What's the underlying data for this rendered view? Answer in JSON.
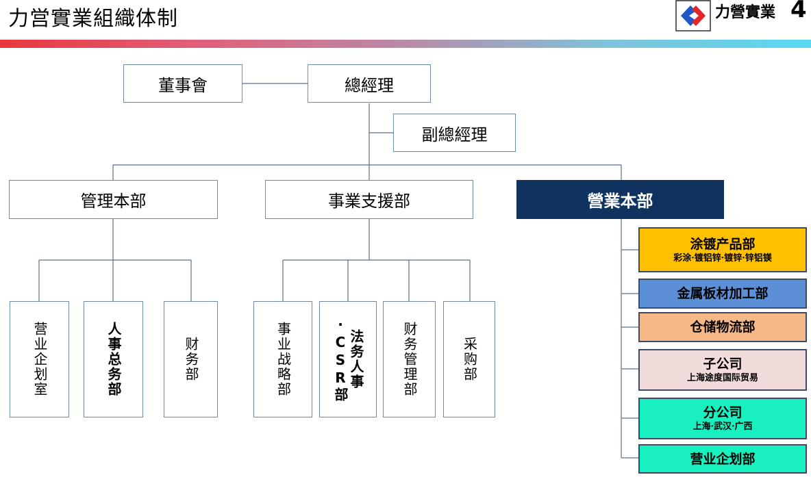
{
  "page": {
    "title": "力営實業組織体制"
  },
  "logo": {
    "text": "力營實業",
    "extra": "4"
  },
  "org": {
    "board": "董事會",
    "gm": "總經理",
    "deputy_gm": "副總經理",
    "departments": {
      "management": "管理本部",
      "support": "事業支援部",
      "sales": "營業本部"
    },
    "management_units": [
      "营业企划室",
      "人事总务部",
      "财务部"
    ],
    "support_units": [
      "事业战略部",
      "法务人事·CSR部",
      "财务管理部",
      "采购部"
    ],
    "sales_units": [
      {
        "name": "涂镀产品部",
        "sub": "彩涂·镀铝锌·镀锌·锌铝镁",
        "color": "#ffc000"
      },
      {
        "name": "金属板材加工部",
        "sub": "",
        "color": "#5b8fd6"
      },
      {
        "name": "仓储物流部",
        "sub": "",
        "color": "#f6b886"
      },
      {
        "name": "子公司",
        "sub": "上海途度国际贸易",
        "color": "#f2dcdb"
      },
      {
        "name": "分公司",
        "sub": "上海·武汉·广西",
        "color": "#19f0c0"
      },
      {
        "name": "营业企划部",
        "sub": "",
        "color": "#19f0c0"
      }
    ]
  },
  "colors": {
    "accent_dark": "#10325f",
    "line": "#5c6f86"
  }
}
